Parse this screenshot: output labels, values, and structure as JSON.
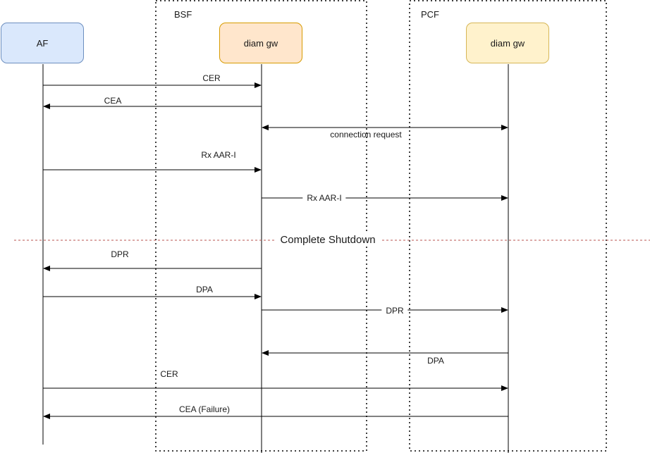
{
  "groups": [
    {
      "label": "BSF"
    },
    {
      "label": "PCF"
    }
  ],
  "participants": [
    {
      "label": "AF",
      "fill": "#dae8fc",
      "stroke": "#6c8ebf"
    },
    {
      "label": "diam gw",
      "fill": "#ffe6cc",
      "stroke": "#d79b00"
    },
    {
      "label": "diam gw",
      "fill": "#fff2cc",
      "stroke": "#d6b656"
    }
  ],
  "divider": {
    "label": "Complete Shutdown",
    "color": "#b85450"
  },
  "messages": [
    {
      "label": "CER",
      "from": 0,
      "to": 1
    },
    {
      "label": "CEA",
      "from": 1,
      "to": 0
    },
    {
      "label": "connection request",
      "from": 1,
      "to": 2,
      "bidirectional": true
    },
    {
      "label": "Rx AAR-I",
      "from": 0,
      "to": 1
    },
    {
      "label": "Rx AAR-I",
      "from": 1,
      "to": 2
    },
    {
      "label": "DPR",
      "from": 1,
      "to": 0
    },
    {
      "label": "DPA",
      "from": 0,
      "to": 1
    },
    {
      "label": "DPR",
      "from": 1,
      "to": 2
    },
    {
      "label": "DPA",
      "from": 2,
      "to": 1
    },
    {
      "label": "CER",
      "from": 0,
      "to": 2
    },
    {
      "label": "CEA (Failure)",
      "from": 2,
      "to": 0
    }
  ]
}
